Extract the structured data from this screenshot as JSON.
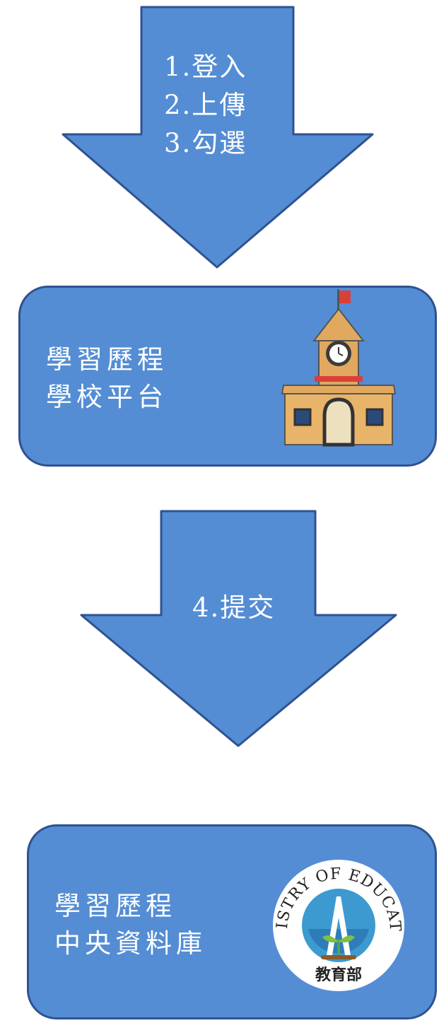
{
  "arrow1": {
    "steps": [
      "1.登入",
      "2.上傳",
      "3.勾選"
    ]
  },
  "box1": {
    "line1": "學習歷程",
    "line2": "學校平台",
    "icon": "school-building-icon"
  },
  "arrow2": {
    "steps": [
      "4.提交"
    ]
  },
  "box2": {
    "line1": "學習歷程",
    "line2": "中央資料庫",
    "icon": "ministry-of-education-seal-icon",
    "seal_text_top": "MINISTRY OF EDUCATION",
    "seal_text_bottom": "教育部"
  },
  "colors": {
    "fill": "#548dd4",
    "stroke": "#2f528f"
  }
}
